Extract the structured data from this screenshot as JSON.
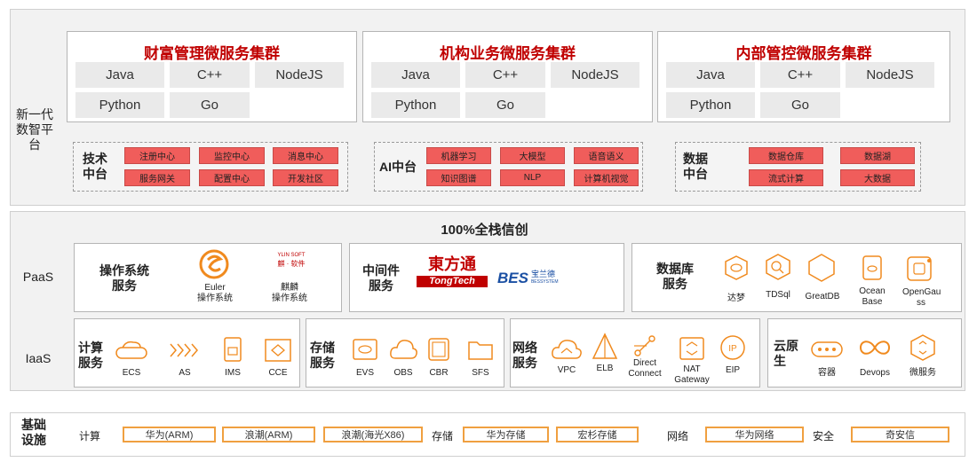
{
  "top": {
    "side_label": "新一代\n数智平台",
    "clusters": [
      {
        "title": "财富管理微服务集群",
        "langs": [
          "Java",
          "C++",
          "NodeJS",
          "Python",
          "Go"
        ]
      },
      {
        "title": "机构业务微服务集群",
        "langs": [
          "Java",
          "C++",
          "NodeJS",
          "Python",
          "Go"
        ]
      },
      {
        "title": "内部管控微服务集群",
        "langs": [
          "Java",
          "C++",
          "NodeJS",
          "Python",
          "Go"
        ]
      }
    ],
    "tech": {
      "label": "技术\n中台",
      "items": [
        "注册中心",
        "监控中心",
        "消息中心",
        "服务网关",
        "配置中心",
        "开发社区"
      ]
    },
    "ai": {
      "label": "AI中台",
      "items": [
        "机器学习",
        "大模型",
        "语音语义",
        "知识图谱",
        "NLP",
        "计算机视觉"
      ]
    },
    "data": {
      "label": "数据\n中台",
      "items": [
        "数据仓库",
        "数据湖",
        "流式计算",
        "大数据"
      ]
    }
  },
  "middle": {
    "title": "100%全栈信创",
    "paas_label": "PaaS",
    "iaas_label": "IaaS",
    "os": {
      "label": "操作系统\n服务",
      "euler": "Euler\n操作系统",
      "kylin": "麒麟\n操作系统",
      "kylin_logo_top": "YLIN SOFT",
      "kylin_logo_bottom": "麒 · 软件"
    },
    "middleware": {
      "label": "中间件\n服务",
      "tongtech_cn": "東方通",
      "tongtech_en": "TongTech",
      "bes": "BES",
      "bes_cn": "宝兰德",
      "bes_sub": "BESSYSTEM"
    },
    "database": {
      "label": "数据库\n服务",
      "items": [
        "达梦",
        "TDSql",
        "GreatDB",
        "Ocean\nBase",
        "OpenGau\nss"
      ]
    },
    "compute": {
      "label": "计算\n服务",
      "items": [
        "ECS",
        "AS",
        "IMS",
        "CCE"
      ]
    },
    "storage": {
      "label": "存储\n服务",
      "items": [
        "EVS",
        "OBS",
        "CBR",
        "SFS"
      ]
    },
    "network": {
      "label": "网络\n服务",
      "items": [
        "VPC",
        "ELB",
        "Direct\nConnect",
        "NAT\nGateway",
        "EIP"
      ]
    },
    "cloudnative": {
      "label": "云原\n生",
      "items": [
        "容器",
        "Devops",
        "微服务"
      ]
    }
  },
  "infra": {
    "label": "基础\n设施",
    "compute_label": "计算",
    "compute_items": [
      "华为(ARM)",
      "浪潮(ARM)",
      "浪潮(海光X86)"
    ],
    "storage_label": "存储",
    "storage_items": [
      "华为存储",
      "宏杉存储"
    ],
    "network_label": "网络",
    "network_items": [
      "华为网络"
    ],
    "security_label": "安全",
    "security_items": [
      "奇安信"
    ]
  },
  "colors": {
    "accent": "#c00000",
    "orange": "#f0a040",
    "red_chip": "#f05d5b"
  }
}
